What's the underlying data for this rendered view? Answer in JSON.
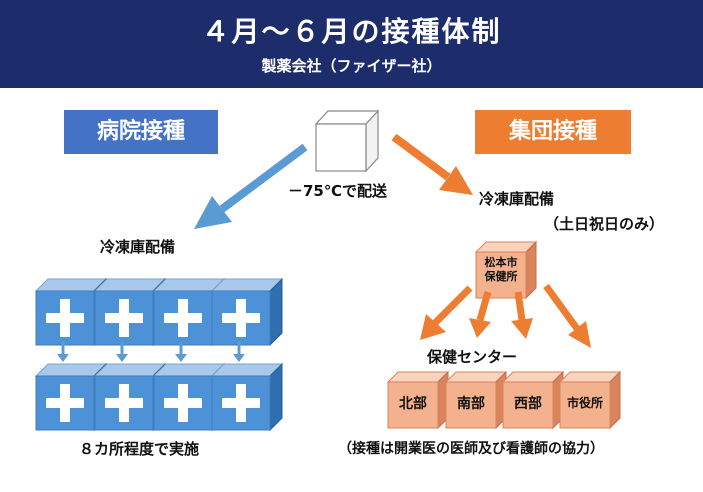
{
  "header": {
    "title": "４月～６月の接種体制",
    "subtitle": "製薬会社（ファイザー社）"
  },
  "left": {
    "badge": "病院接種",
    "storage_label": "冷凍庫配備",
    "sites_label": "８カ所程度で実施"
  },
  "center": {
    "shipping_label": "－75℃で配送"
  },
  "right": {
    "badge": "集団接種",
    "storage_label": "冷凍庫配備",
    "days_label": "（土日祝日のみ）",
    "health_center_line1": "松本市",
    "health_center_line2": "保健所",
    "centers_label": "保健センター",
    "centers": [
      "北部",
      "南部",
      "西部",
      "市役所"
    ],
    "note": "（接種は開業医の医師及び看護師の協力）"
  },
  "colors": {
    "header_bg": "#1d2d6b",
    "blue": "#4472c4",
    "orange": "#ed7d31",
    "cube_blue": "#4d92d6",
    "cube_salmon": "#f4b18d"
  }
}
